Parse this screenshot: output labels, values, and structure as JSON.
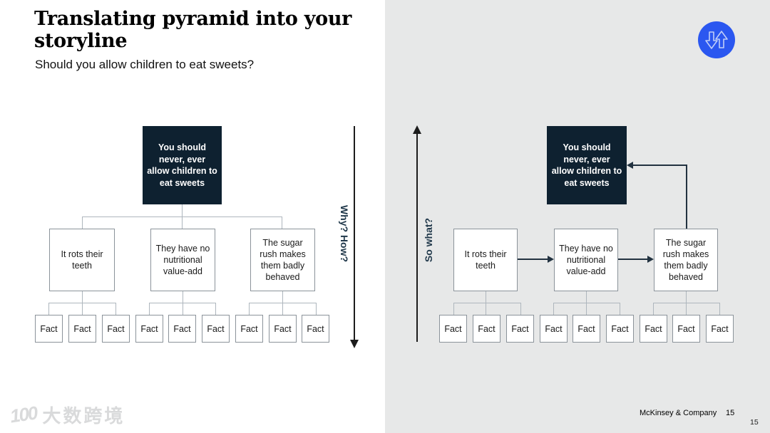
{
  "header": {
    "title": "Translating pyramid into your storyline",
    "subtitle": "Should you allow children to eat sweets?"
  },
  "left_diagram": {
    "axis_label": "Why? How?",
    "top_box": "You should never, ever allow children to eat sweets",
    "level2": [
      "It rots their teeth",
      "They have no nutritional value-add",
      "The sugar rush makes them badly behaved"
    ],
    "fact_label": "Fact"
  },
  "right_diagram": {
    "axis_label": "So what?",
    "top_box": "You should never, ever allow children to eat sweets",
    "level2": [
      "It rots their teeth",
      "They have no nutritional value-add",
      "The sugar rush makes them badly behaved"
    ],
    "fact_label": "Fact"
  },
  "icon": {
    "name": "swap-vertical-icon"
  },
  "footer": {
    "brand": "McKinsey & Company",
    "page": "15",
    "page_secondary": "15"
  },
  "watermark": {
    "logo": "100",
    "text": "大数跨境"
  },
  "colors": {
    "accent_blue": "#2b57f0",
    "dark_navy": "#0e2130",
    "panel_gray": "#e7e8e8",
    "connector_gray": "#aeb6bd",
    "arrow_navy": "#223240"
  }
}
